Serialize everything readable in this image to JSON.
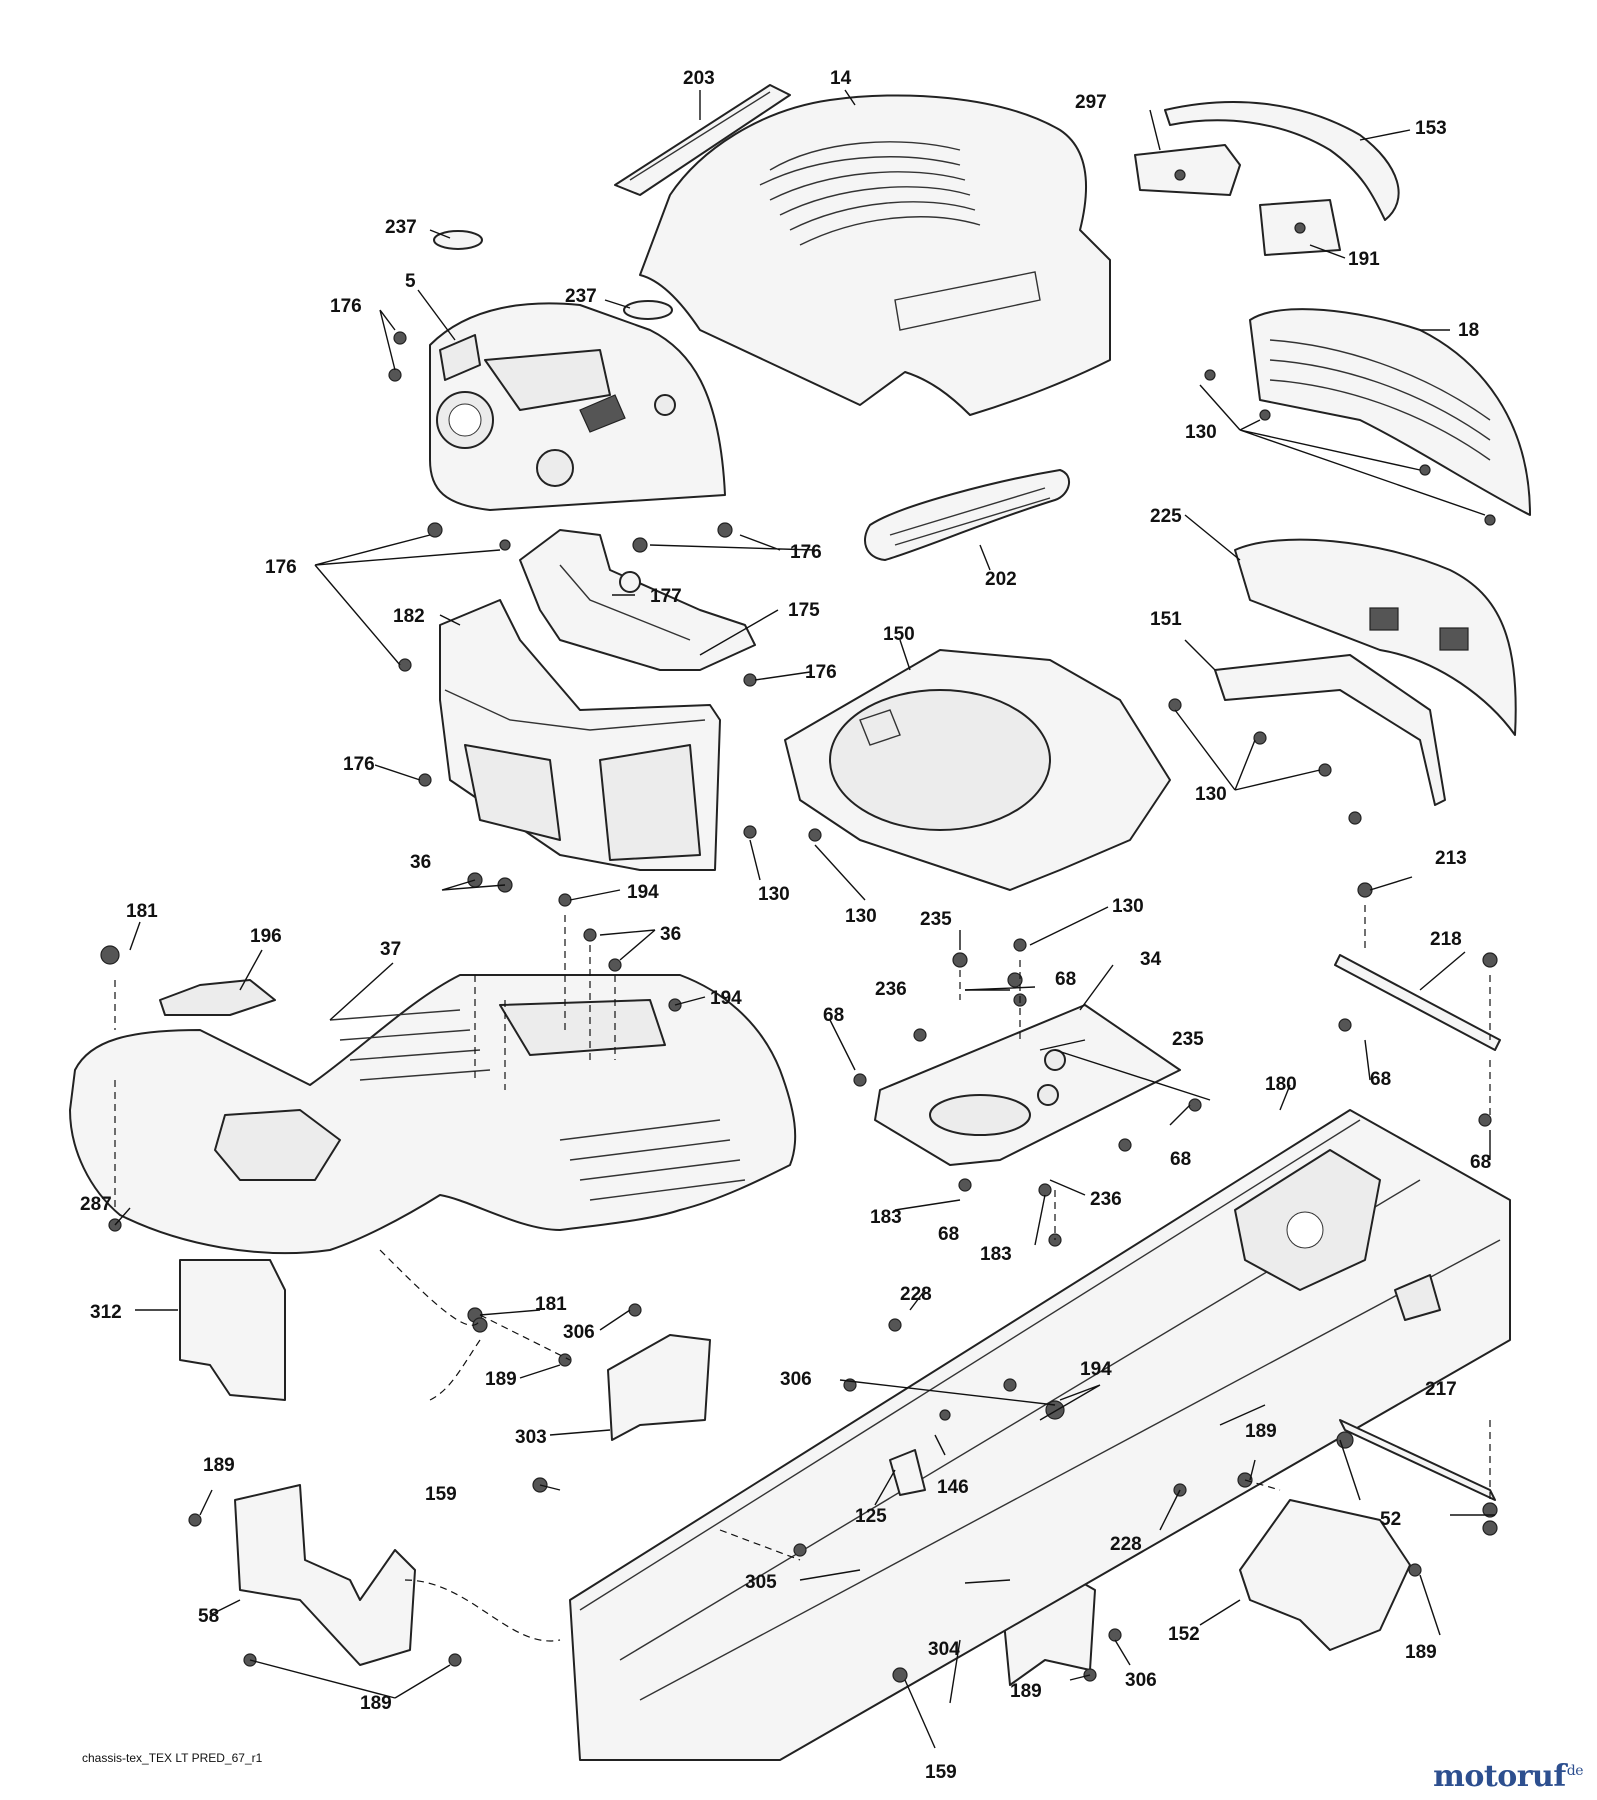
{
  "callouts": [
    "203",
    "14",
    "297",
    "153",
    "237",
    "191",
    "176",
    "5",
    "237",
    "18",
    "130",
    "225",
    "202",
    "176",
    "177",
    "175",
    "182",
    "150",
    "151",
    "176",
    "176",
    "130",
    "176",
    "130",
    "130",
    "235",
    "130",
    "36",
    "194",
    "181",
    "196",
    "37",
    "36",
    "194",
    "213",
    "218",
    "34",
    "68",
    "236",
    "68",
    "235",
    "68",
    "68",
    "180",
    "68",
    "287",
    "183",
    "68",
    "236",
    "183",
    "312",
    "181",
    "306",
    "228",
    "189",
    "303",
    "306",
    "194",
    "189",
    "217",
    "146",
    "125",
    "159",
    "228",
    "52",
    "189",
    "58",
    "305",
    "152",
    "304",
    "189",
    "306",
    "189",
    "159"
  ],
  "caption": "chassis-tex_TEX LT PRED_67_r1",
  "watermark": {
    "name": "motoruf",
    "suffix": "de"
  },
  "colors": {
    "line": "#222222",
    "fill": "#f5f5f5",
    "brand": "#2d4f8f"
  }
}
